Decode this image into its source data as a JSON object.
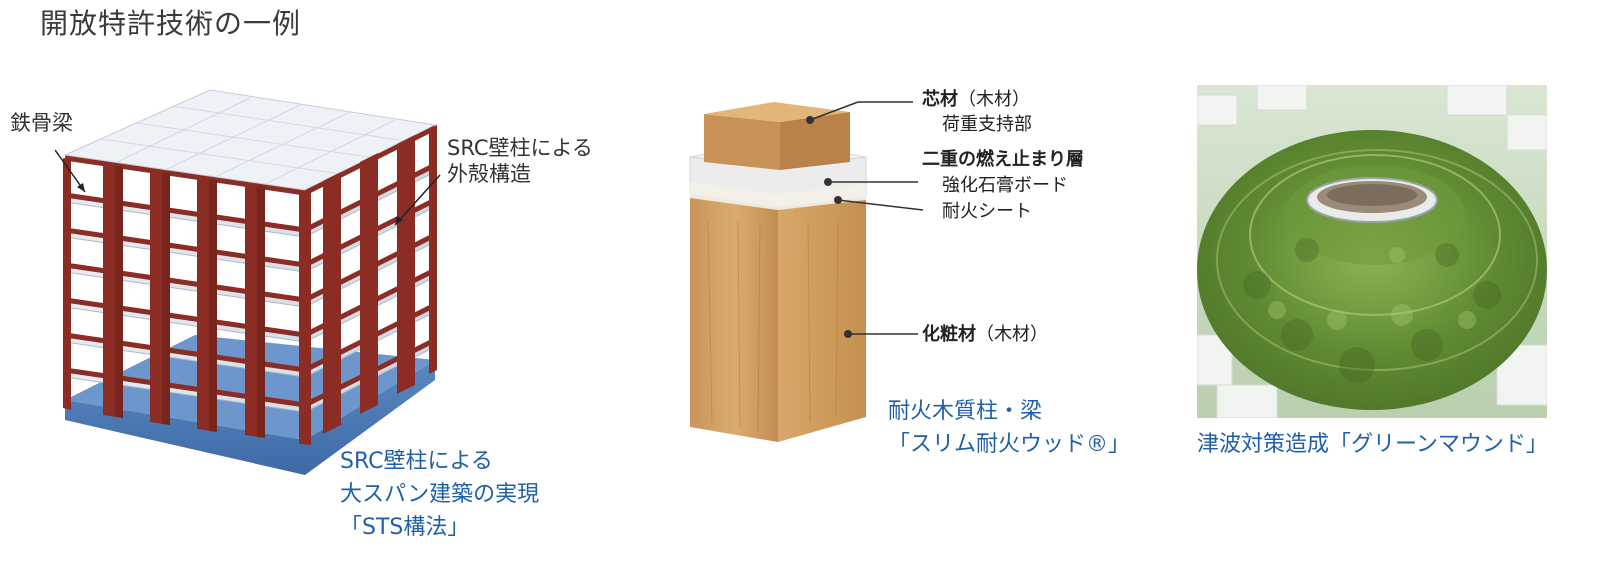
{
  "page_title": "開放特許技術の一例",
  "sts": {
    "label_beam": "鉄骨梁",
    "label_wall": [
      "SRC壁柱による",
      "外殻構造"
    ],
    "caption": [
      "SRC壁柱による",
      "大スパン建築の実現",
      "「STS構法」"
    ]
  },
  "wood": {
    "core_title": "芯材",
    "core_paren": "（木材）",
    "core_sub": "荷重支持部",
    "layer_title": "二重の燃え止まり層",
    "layer_item1": "強化石膏ボード",
    "layer_item2": "耐火シート",
    "finish_title": "化粧材",
    "finish_paren": "（木材）",
    "caption": [
      "耐火木質柱・梁",
      "「スリム耐火ウッド®」"
    ]
  },
  "mound": {
    "caption": "津波対策造成「グリーンマウンド」"
  },
  "colors": {
    "accent_blue": "#1f5fa8",
    "steel_red": "#8b2d24",
    "base_blue": "#4a78b4",
    "wood_tan": "#d7a86c",
    "greenery": "#6f9a3e"
  }
}
